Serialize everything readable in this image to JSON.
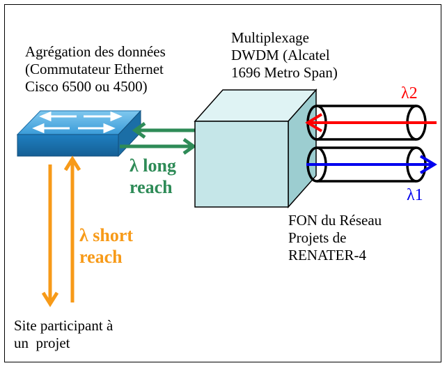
{
  "labels": {
    "aggregation": "Agrégation des données\n(Commutateur Ethernet\nCisco 6500 ou 4500)",
    "multiplexing": "Multiplexage\nDWDM (Alcatel\n1696 Metro Span)",
    "long_reach": "λ long\nreach",
    "short_reach": "λ short\nreach",
    "fon": "FON du Réseau\nProjets de\nRENATER-4",
    "site": "Site participant à\nun  projet",
    "lambda2": "λ2",
    "lambda1": "λ1"
  },
  "colors": {
    "green": "#2e8b57",
    "orange": "#f79a18",
    "red": "#ff0000",
    "blue": "#0000ee",
    "switch": "#2a8fd0",
    "mux": "#c5e6e8"
  }
}
